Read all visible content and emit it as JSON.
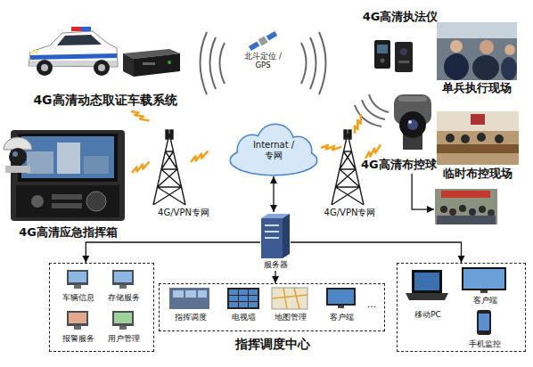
{
  "diagram": {
    "nodes": [
      {
        "text": [
          "4G高清动态取证车载系统"
        ]
      },
      {
        "text": [
          "北斗定位 / GPS"
        ]
      },
      {
        "text": [
          "4G高清执法仪"
        ]
      },
      {
        "text": [
          "单兵执行现场"
        ]
      },
      {
        "text": [
          "Internat / 专网"
        ]
      },
      {
        "text": [
          "4G/VPN专网"
        ]
      },
      {
        "text": [
          "4G/VPN专网"
        ]
      },
      {
        "text": [
          "4G高清布控球"
        ]
      },
      {
        "text": [
          "临时布控现场"
        ]
      },
      {
        "text": [
          "4G高清应急指挥箱"
        ]
      },
      {
        "text": [
          "服务器"
        ]
      },
      {
        "text": []
      },
      {
        "text": [
          "车辆信息"
        ],
        "in": 11
      },
      {
        "text": [
          "存储服务"
        ],
        "in": 11
      },
      {
        "text": [
          "报警服务"
        ],
        "in": 11
      },
      {
        "text": [
          "用户管理"
        ],
        "in": 11
      },
      {
        "text": [
          "指挥调度中心"
        ]
      },
      {
        "text": [
          "指挥调度"
        ],
        "in": 16
      },
      {
        "text": [
          "电视墙"
        ],
        "in": 16
      },
      {
        "text": [
          "地图管理"
        ],
        "in": 16
      },
      {
        "text": [
          "客户端"
        ],
        "in": 16
      },
      {
        "text": []
      },
      {
        "text": [
          "移动PC"
        ],
        "in": 21
      },
      {
        "text": [
          "客户端"
        ],
        "in": 21
      },
      {
        "text": [
          "手机监控"
        ],
        "in": 21
      }
    ],
    "edges": [
      {
        "from": 4,
        "to": 10,
        "arrow": "both"
      },
      {
        "from": 10,
        "to": 11,
        "arrow": "to"
      },
      {
        "from": 10,
        "to": 16,
        "arrow": "to"
      },
      {
        "from": 10,
        "to": 21,
        "arrow": "to"
      },
      {
        "from": 7,
        "to": 8,
        "arrow": "to"
      }
    ],
    "labels": [
      "..."
    ]
  }
}
